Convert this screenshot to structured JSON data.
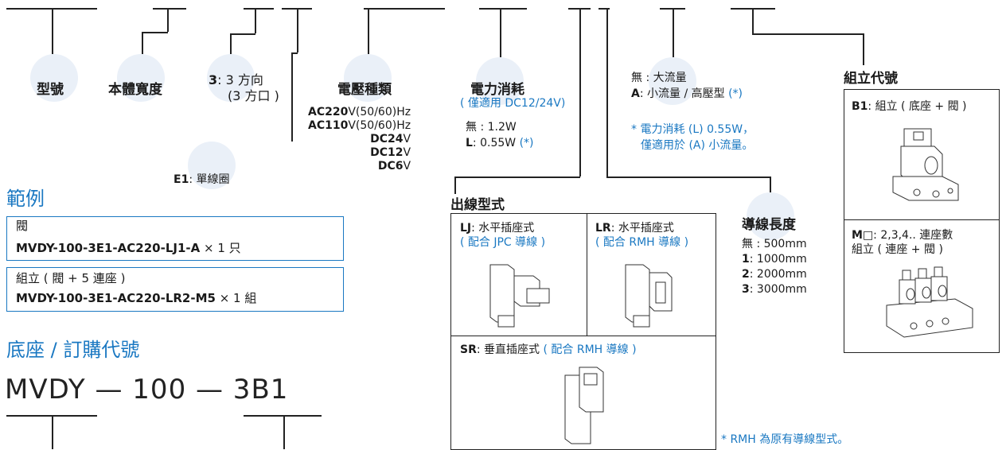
{
  "labels": {
    "model": "型號",
    "body_width": "本體寬度",
    "dir_code": "3",
    "dir_text": ": 3 方向",
    "dir_sub": "(3 方口 )",
    "coil_code": "E1",
    "coil_text": ": 單線圈",
    "voltage_title": "電壓種類",
    "voltage": [
      {
        "bold": "AC220",
        "rest": "V(50/60)Hz"
      },
      {
        "bold": "AC110",
        "rest": "V(50/60)Hz"
      },
      {
        "bold": "DC24",
        "rest": "V"
      },
      {
        "bold": "DC12",
        "rest": "V"
      },
      {
        "bold": "DC6",
        "rest": "V"
      }
    ],
    "power_title": "電力消耗",
    "power_note": "( 僅適用 DC12/24V)",
    "power_none": "無 : 1.2W",
    "power_l_code": "L",
    "power_l_text": ": 0.55W",
    "power_l_mark": "(*)",
    "flow_none": "無 : 大流量",
    "flow_a_code": "A",
    "flow_a_text": ": 小流量 / 高壓型",
    "flow_a_mark": "(*)",
    "flow_note1": "* 電力消耗 (L) 0.55W，",
    "flow_note2": "僅適用於 (A) 小流量。",
    "assembly_title": "組立代號",
    "b1_code": "B1",
    "b1_text": ": 組立 ( 底座 + 閥 )",
    "m_code": "M",
    "m_text": "□: 2,3,4.. 連座數",
    "m_text2": "組立 ( 連座 + 閥 )",
    "wire_type_title": "出線型式",
    "lj_code": "LJ",
    "lj_text": ": 水平插座式",
    "lj_note": "( 配合 JPC 導線 )",
    "lr_code": "LR",
    "lr_text": ": 水平插座式",
    "lr_note": "( 配合 RMH 導線 )",
    "sr_code": "SR",
    "sr_text": ": 垂直插座式",
    "sr_note": "( 配合 RMH 導線 )",
    "rmh_note": "* RMH 為原有導線型式。",
    "wire_len_title": "導線長度",
    "wire_len": [
      {
        "bold": "",
        "rest": "無 : 500mm"
      },
      {
        "bold": "1",
        "rest": ": 1000mm"
      },
      {
        "bold": "2",
        "rest": ": 2000mm"
      },
      {
        "bold": "3",
        "rest": ": 3000mm"
      }
    ]
  },
  "example": {
    "title": "範例",
    "box1_line1": "閥",
    "box1_code": "MVDY-100-3E1-AC220-LJ1-A",
    "box1_qty": " × 1 只",
    "box2_line1": "組立 ( 閥 + 5 連座 )",
    "box2_code": "MVDY-100-3E1-AC220-LR2-M5",
    "box2_qty": " × 1 組"
  },
  "base": {
    "title": "底座 / 訂購代號",
    "code": "MVDY — 100 — 3B1"
  },
  "colors": {
    "accent": "#1a78c2",
    "circle": "#eaf0f8",
    "line": "#222222"
  }
}
